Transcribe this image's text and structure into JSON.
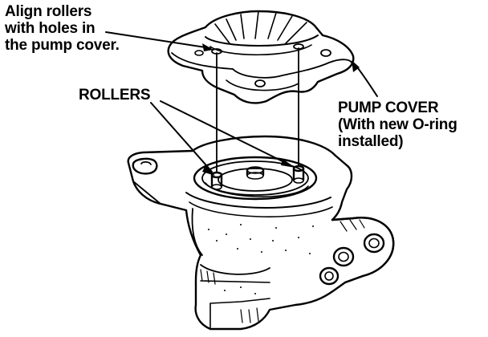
{
  "labels": {
    "align_note": [
      "Align rollers",
      "with holes in",
      "the pump cover."
    ],
    "rollers": "ROLLERS",
    "pump_cover": [
      "PUMP COVER",
      "(With new O-ring",
      "installed)"
    ]
  }
}
